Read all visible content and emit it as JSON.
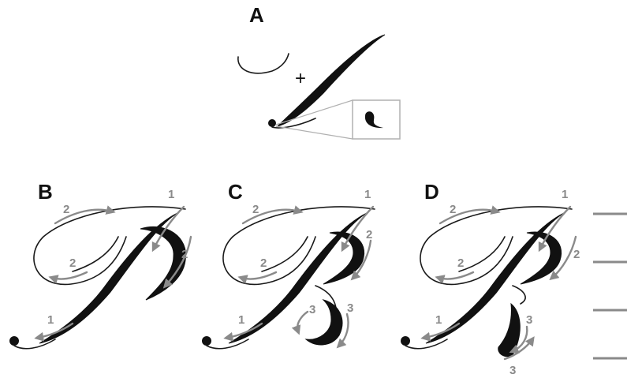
{
  "panels": [
    {
      "id": "A",
      "label": "A"
    },
    {
      "id": "B",
      "label": "B"
    },
    {
      "id": "C",
      "label": "C"
    },
    {
      "id": "D",
      "label": "D"
    }
  ],
  "panel_a": {
    "plus": "+"
  },
  "stroke_numbers": {
    "b": [
      "1",
      "2",
      "2",
      "2",
      "1"
    ],
    "c": [
      "1",
      "2",
      "2",
      "2",
      "1",
      "3",
      "3"
    ],
    "d": [
      "1",
      "2",
      "2",
      "2",
      "1",
      "3",
      "3"
    ]
  },
  "colors": {
    "ink": "#111111",
    "arrow": "#8a8a8a",
    "zoom_box": "#b0b0b0"
  }
}
